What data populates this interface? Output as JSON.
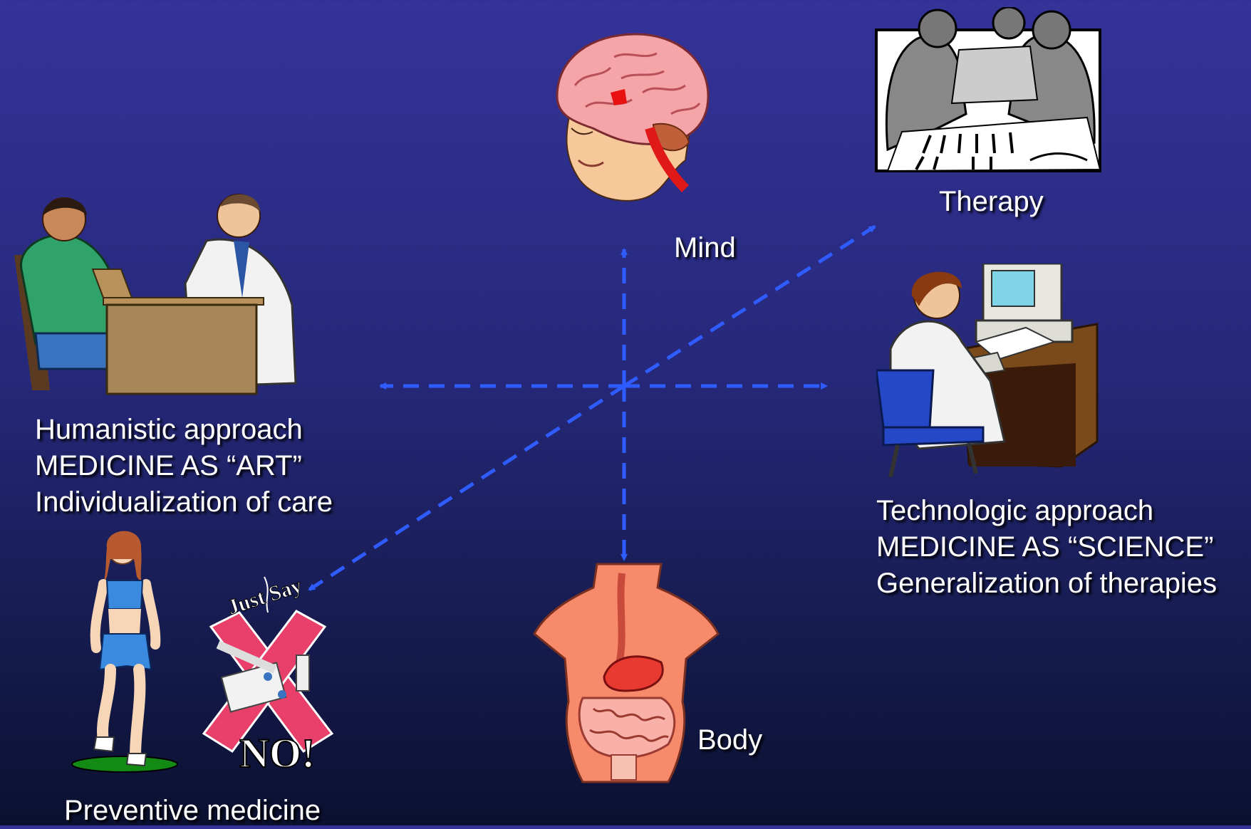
{
  "labels": {
    "mind": "Mind",
    "body": "Body",
    "therapy": "Therapy",
    "preventive": "Preventive medicine"
  },
  "humanistic": {
    "line1": "Humanistic approach",
    "line2": "MEDICINE AS “ART”",
    "line3": "Individualization of care"
  },
  "technologic": {
    "line1": "Technologic approach",
    "line2": "MEDICINE AS “SCIENCE”",
    "line3": "Generalization of therapies"
  },
  "poster": {
    "top": "Just Say",
    "bottom": "NO!"
  },
  "colors": {
    "arrow": "#2f5cff",
    "bg_top": "#343399",
    "bg_bottom": "#0b1030"
  },
  "icons": [
    "brain-head-icon",
    "surgery-icon",
    "doctor-patient-icon",
    "computer-worker-icon",
    "torso-digestive-icon",
    "runner-icon",
    "no-drugs-icon"
  ]
}
